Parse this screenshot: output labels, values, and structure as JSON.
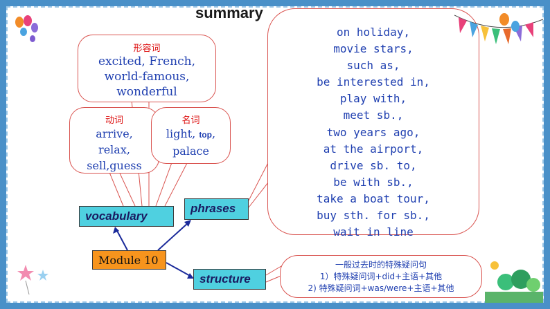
{
  "title": "summary",
  "adjectives": {
    "heading": "形容词",
    "lines": [
      "excited, French,",
      "world-famous,",
      "wonderful"
    ]
  },
  "verbs": {
    "heading": "动词",
    "lines": [
      "arrive,",
      "relax,",
      "sell,guess"
    ]
  },
  "nouns": {
    "heading": "名词",
    "line1_a": "light,",
    "line1_b": "top",
    "line1_c": ",",
    "line2": "palace"
  },
  "phrases_list": [
    "on holiday,",
    "movie stars,",
    "such as,",
    "be interested in,",
    "play with,",
    "meet sb.,",
    "two years ago,",
    "at the airport,",
    "drive sb. to,",
    "be with sb.,",
    "take a boat tour,",
    "buy sth. for sb.,",
    "wait in line"
  ],
  "structure_box": {
    "line1": "一般过去时的特殊疑问句",
    "line2": "1）特殊疑问词+did+主语+其他",
    "line3": "2)  特殊疑问词+was/were+主语+其他"
  },
  "nodes": {
    "vocabulary": "vocabulary",
    "phrases": "phrases",
    "module": "Module 10",
    "structure": "structure"
  },
  "colors": {
    "frame": "#4a90c8",
    "node_cyan": "#4fd0e0",
    "node_orange": "#f7941d",
    "text_blue": "#1f3fb0",
    "bubble_border": "#d9534f"
  }
}
